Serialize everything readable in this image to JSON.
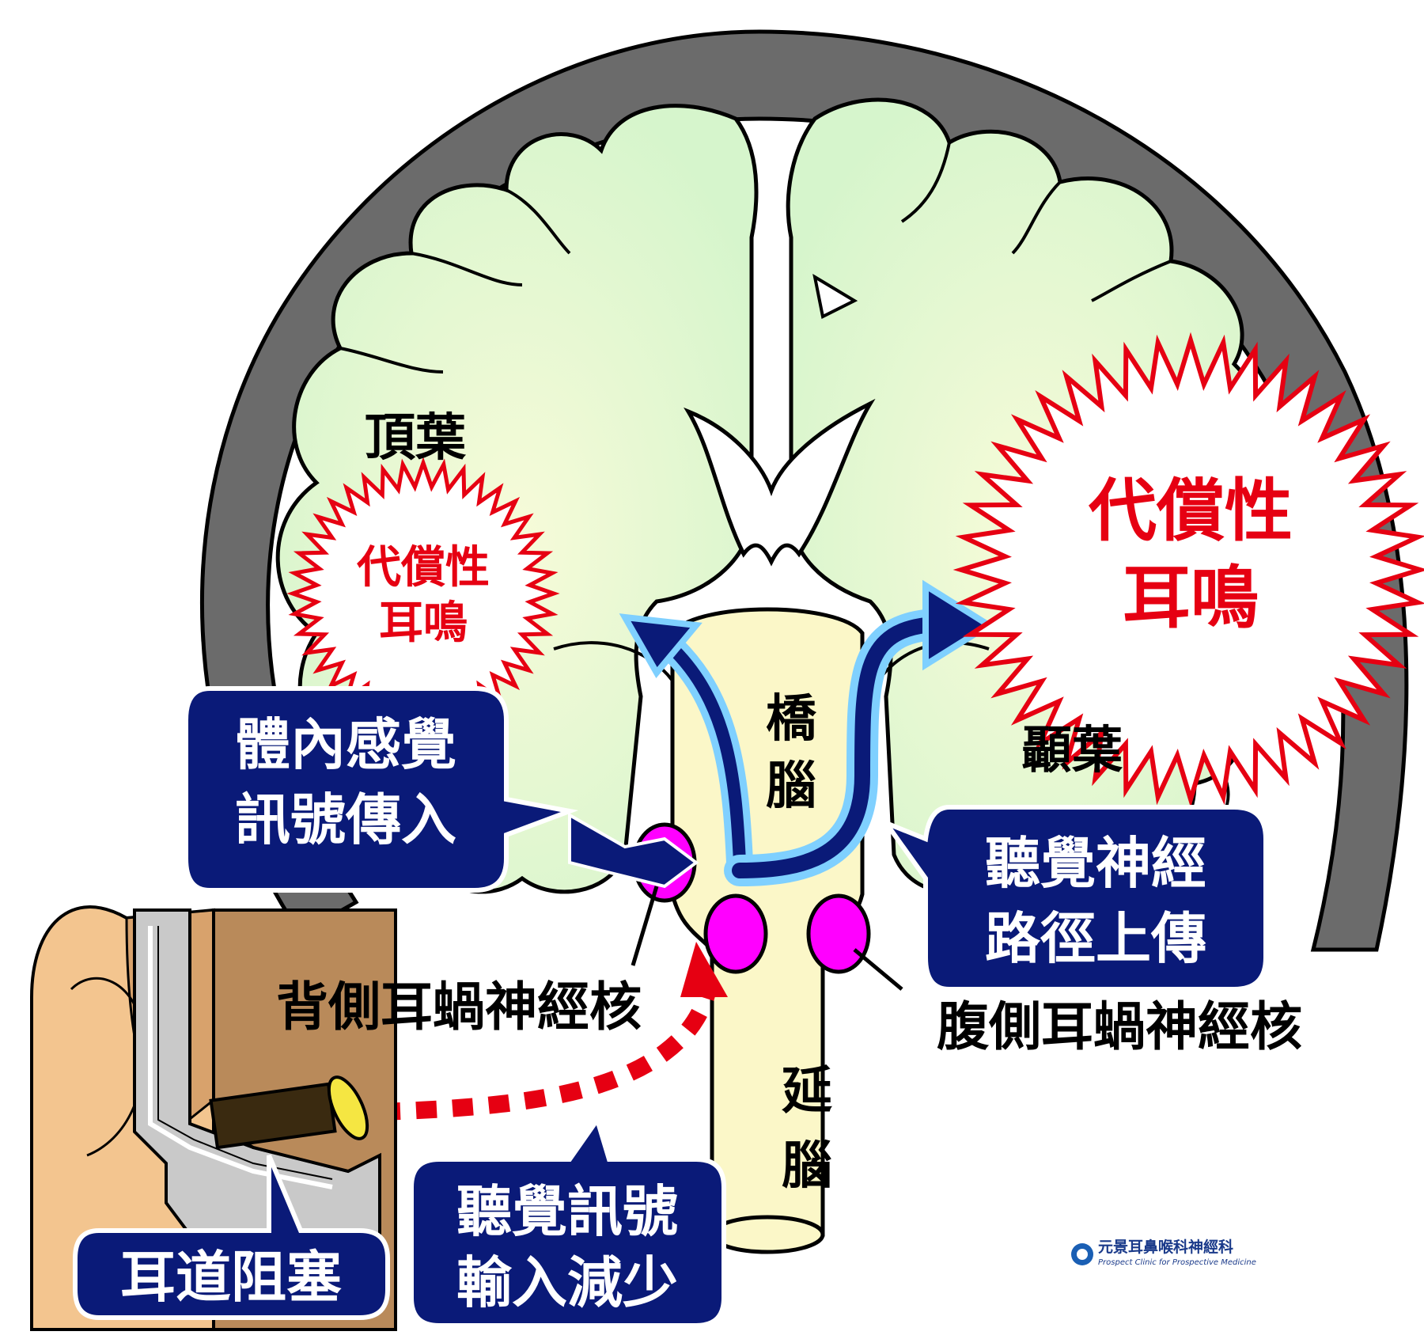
{
  "labels": {
    "parietal_lobe": "頂葉",
    "temporal_lobe": "顳葉",
    "pons": [
      "橋",
      "腦"
    ],
    "medulla": [
      "延",
      "腦"
    ],
    "dorsal_nucleus": "背側耳蝸神經核",
    "ventral_nucleus": "腹側耳蝸神經核"
  },
  "bursts": {
    "small": {
      "line1": "代償性",
      "line2": "耳鳴"
    },
    "large": {
      "line1": "代償性",
      "line2": "耳鳴"
    }
  },
  "callouts": {
    "somatosensory": {
      "line1": "體內感覺",
      "line2": "訊號傳入"
    },
    "auditory_pathway": {
      "line1": "聽覺神經",
      "line2": "路徑上傳"
    },
    "ear_canal": {
      "line1": "耳道阻塞"
    },
    "reduced_input": {
      "line1": "聽覺訊號",
      "line2": "輸入減少"
    }
  },
  "logo": {
    "name": "元景耳鼻喉科神經科",
    "subtitle": "Prospect Clinic for Prospective Medicine"
  },
  "colors": {
    "skull": "#6b6b6b",
    "brain_fill": "#d9f7cf",
    "brainstem_fill": "#fbf7c8",
    "nucleus": "#ff00ff",
    "callout_bg": "#0a1a78",
    "arrow_light": "#7fd0ff",
    "arrow_dark": "#0a1a78",
    "burst_red": "#e60012",
    "dotted_red": "#e60012",
    "ear_skin": "#f3c58f",
    "ear_canal_tissue": "#b98a5a"
  }
}
